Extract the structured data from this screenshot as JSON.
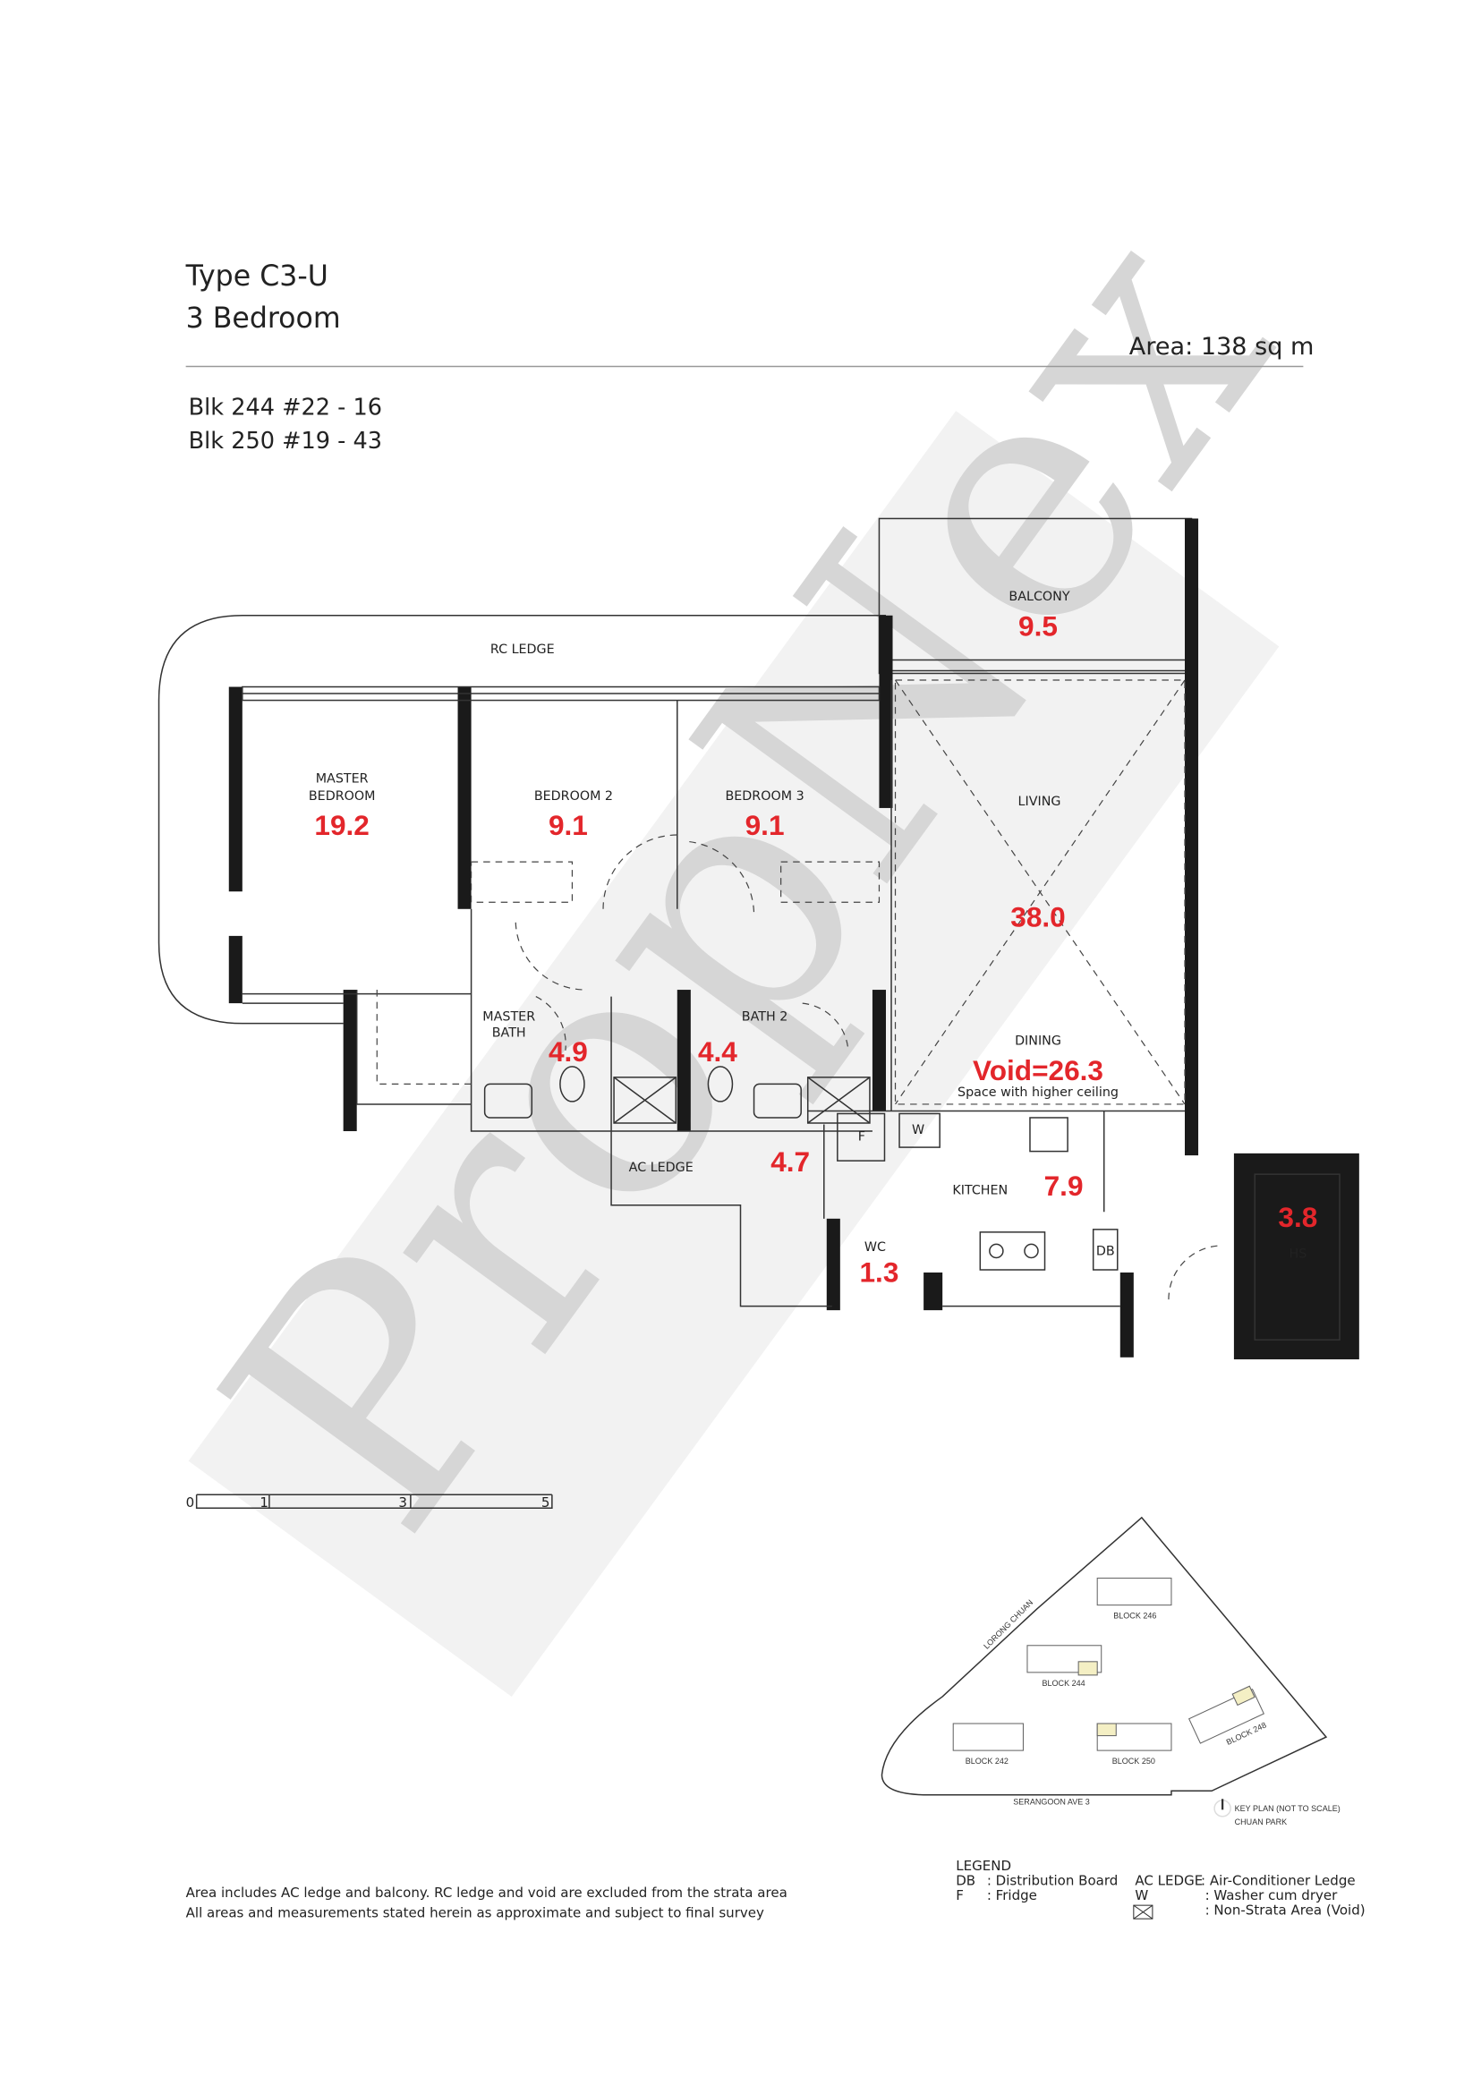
{
  "header": {
    "type": "Type C3-U",
    "bedrooms": "3 Bedroom",
    "area": "Area: 138 sq m",
    "units": [
      "Blk 244 #22 - 16",
      "Blk 250 #19 - 43"
    ]
  },
  "watermark": "PropNex",
  "plan": {
    "rc_ledge": "RC LEDGE",
    "ac_ledge": "AC LEDGE",
    "balcony": {
      "label": "BALCONY",
      "area": "9.5"
    },
    "master_bedroom": {
      "label1": "MASTER",
      "label2": "BEDROOM",
      "area": "19.2"
    },
    "bedroom2": {
      "label": "BEDROOM 2",
      "area": "9.1"
    },
    "bedroom3": {
      "label": "BEDROOM 3",
      "area": "9.1"
    },
    "living": {
      "label": "LIVING",
      "area": "38.0"
    },
    "dining": {
      "label": "DINING",
      "void": "Void=26.3",
      "note": "Space with higher ceiling"
    },
    "master_bath": {
      "label1": "MASTER",
      "label2": "BATH",
      "area": "4.9"
    },
    "bath2": {
      "label": "BATH 2",
      "area": "4.4"
    },
    "ac_ledge_area": "4.7",
    "kitchen": {
      "label": "KITCHEN",
      "area": "7.9"
    },
    "wc": {
      "label": "WC",
      "area": "1.3"
    },
    "hs": {
      "label": "HS",
      "area": "3.8"
    },
    "fridge": "F",
    "washer": "W",
    "db": "DB"
  },
  "scale_bar": [
    "0",
    "1",
    "3",
    "5"
  ],
  "key_plan": {
    "road_north": "LORONG CHUAN",
    "road_south": "SERANGOON AVE 3",
    "blocks": [
      "BLOCK 246",
      "BLOCK 244",
      "BLOCK 242",
      "BLOCK 250",
      "BLOCK 248"
    ],
    "title": "KEY PLAN (NOT TO SCALE)",
    "project": "CHUAN PARK"
  },
  "notes": [
    "Area includes AC ledge and balcony. RC ledge and void are excluded from the strata area",
    "All areas and measurements stated herein as approximate and subject to final survey"
  ],
  "legend": {
    "title": "LEGEND",
    "items": [
      {
        "key": "DB",
        "value": ": Distribution Board"
      },
      {
        "key": "F",
        "value": ": Fridge"
      },
      {
        "key": "AC LEDGE",
        "value": ": Air-Conditioner Ledge"
      },
      {
        "key": "W",
        "value": ": Washer cum dryer"
      },
      {
        "key": "",
        "value": ": Non-Strata Area (Void)"
      }
    ]
  },
  "colors": {
    "area_red": "#e3262b",
    "highlight": "#f4efc4",
    "watermark": "#d9d9d9"
  }
}
